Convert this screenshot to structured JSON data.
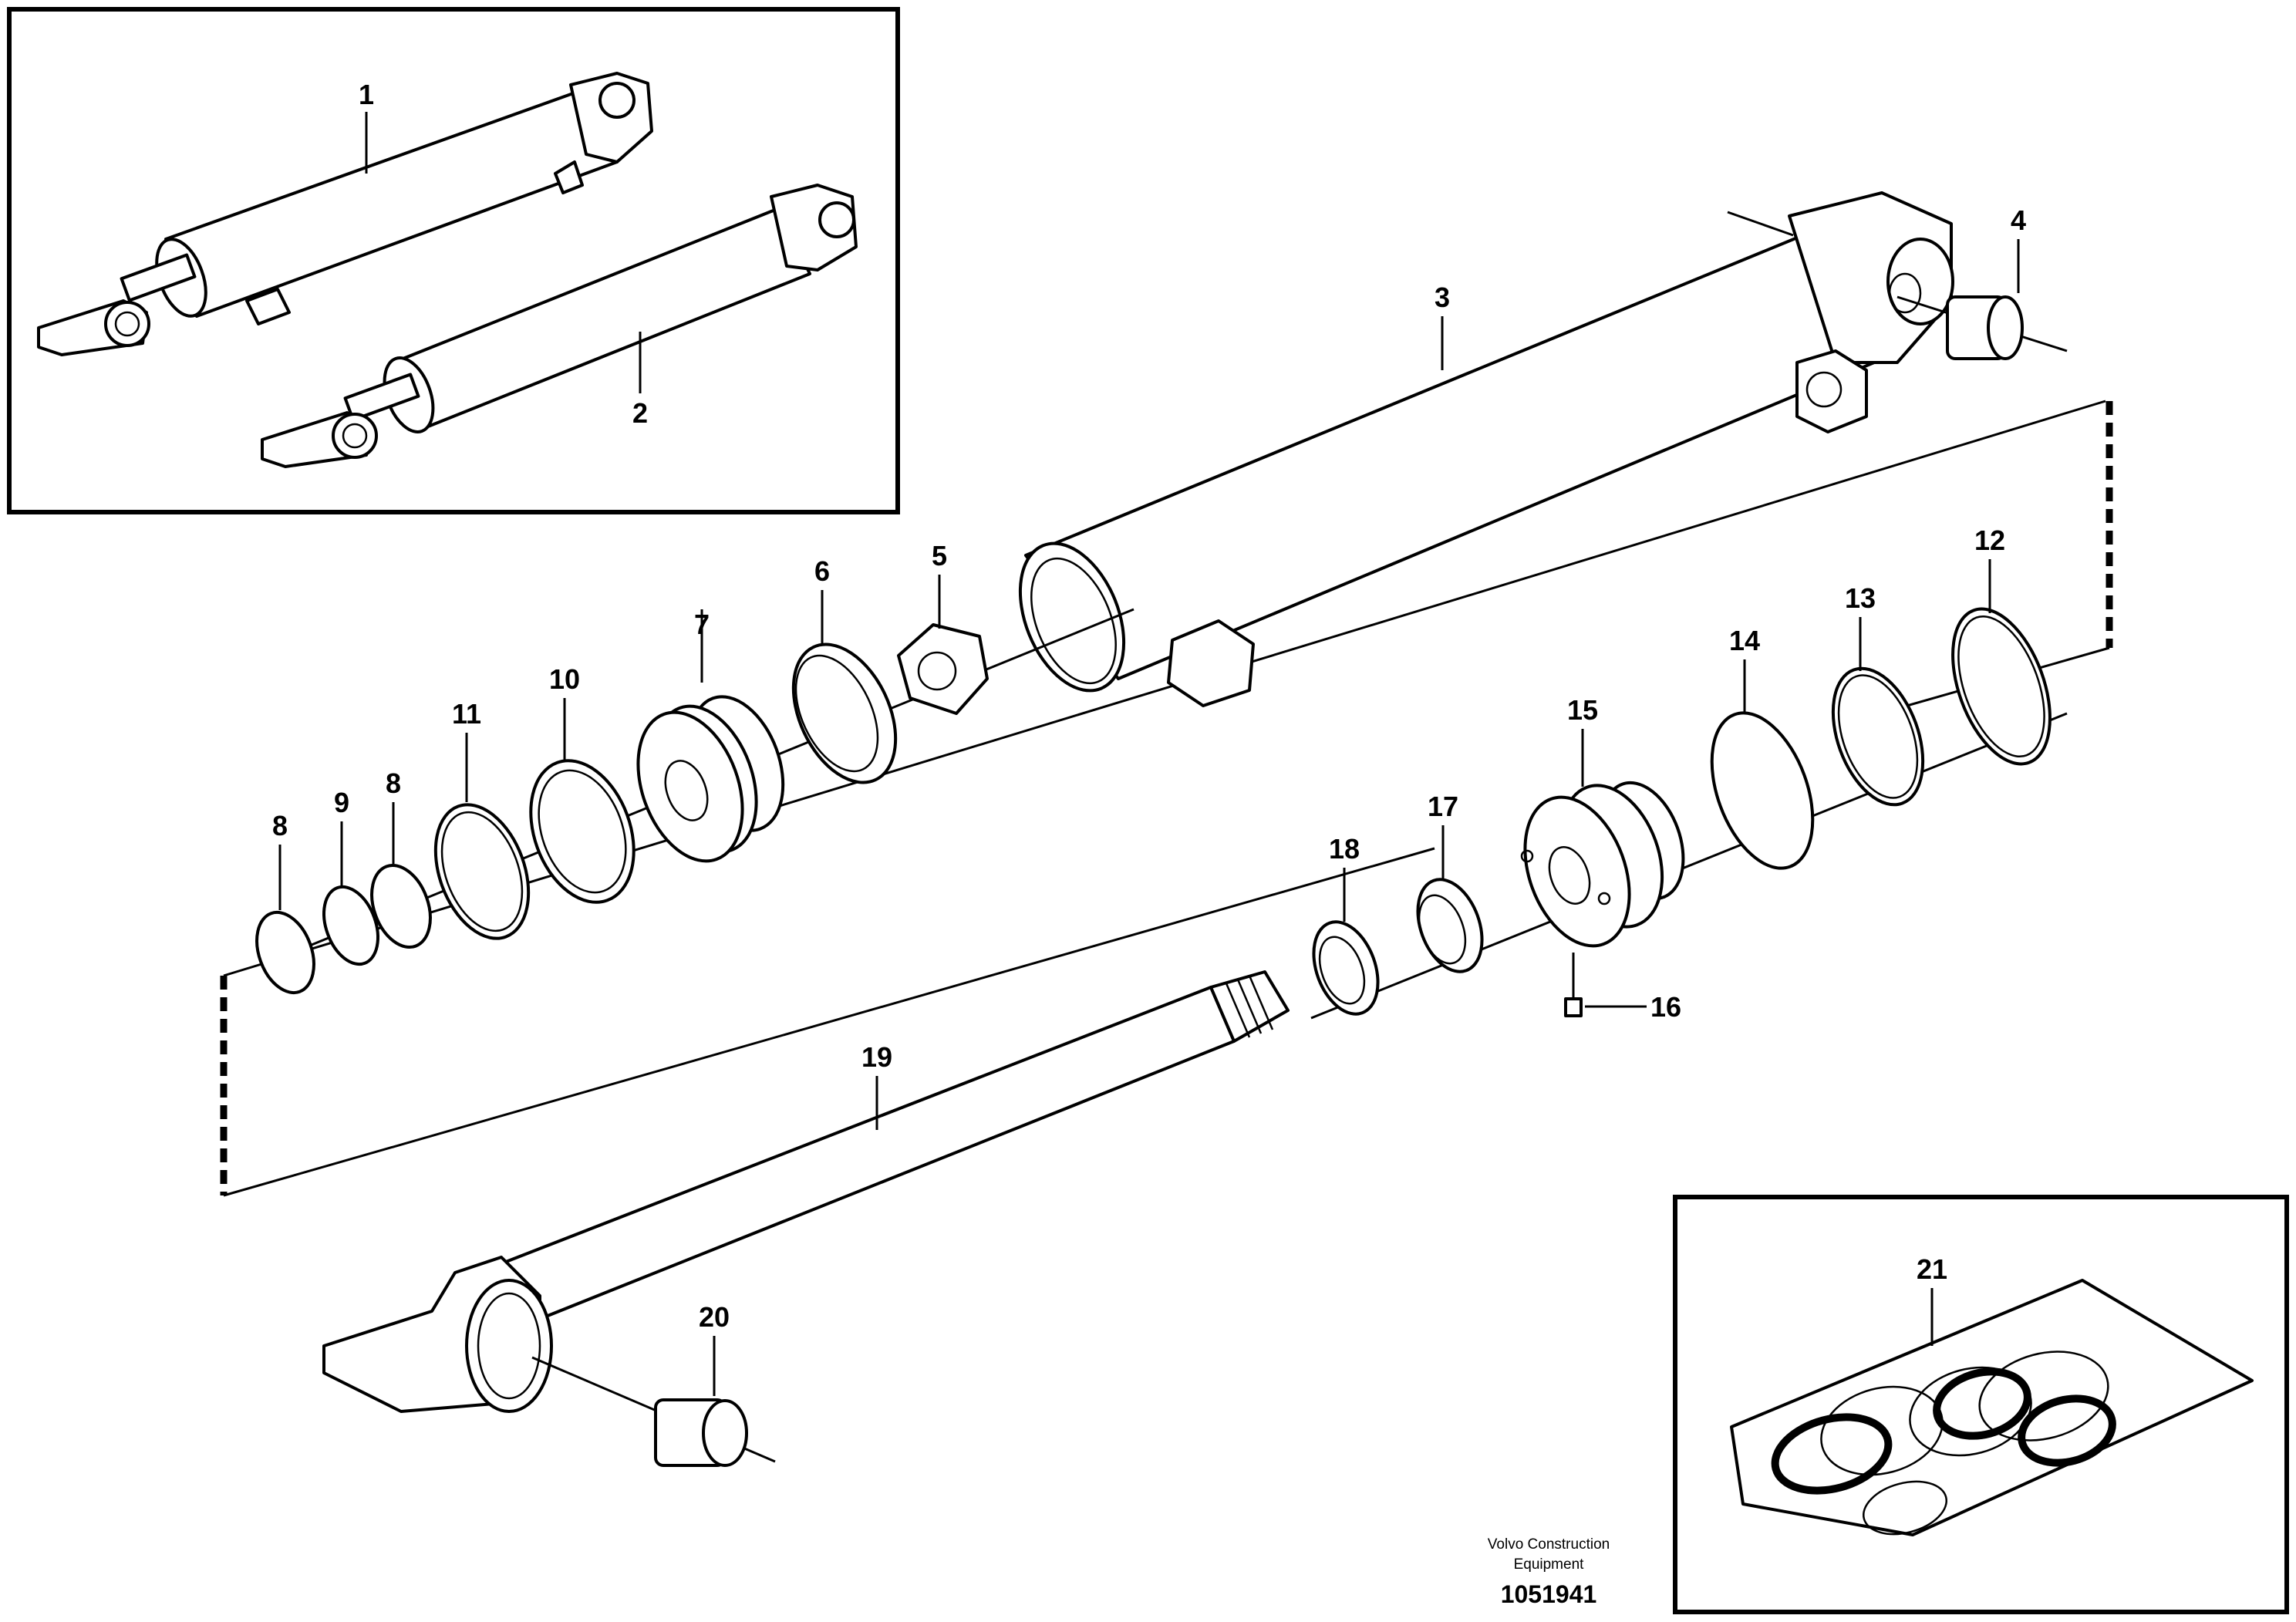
{
  "callouts": [
    {
      "id": "1",
      "text": "1"
    },
    {
      "id": "2",
      "text": "2"
    },
    {
      "id": "3",
      "text": "3"
    },
    {
      "id": "4",
      "text": "4"
    },
    {
      "id": "5",
      "text": "5"
    },
    {
      "id": "6",
      "text": "6"
    },
    {
      "id": "7",
      "text": "7"
    },
    {
      "id": "8",
      "text": "8"
    },
    {
      "id": "9",
      "text": "9"
    },
    {
      "id": "10",
      "text": "10"
    },
    {
      "id": "11",
      "text": "11"
    },
    {
      "id": "12",
      "text": "12"
    },
    {
      "id": "13",
      "text": "13"
    },
    {
      "id": "14",
      "text": "14"
    },
    {
      "id": "15",
      "text": "15"
    },
    {
      "id": "16",
      "text": "16"
    },
    {
      "id": "17",
      "text": "17"
    },
    {
      "id": "18",
      "text": "18"
    },
    {
      "id": "19",
      "text": "19"
    },
    {
      "id": "20",
      "text": "20"
    },
    {
      "id": "21",
      "text": "21"
    }
  ],
  "footer": {
    "brand_line1": "Volvo Construction",
    "brand_line2": "Equipment",
    "drawing_number": "1051941"
  }
}
